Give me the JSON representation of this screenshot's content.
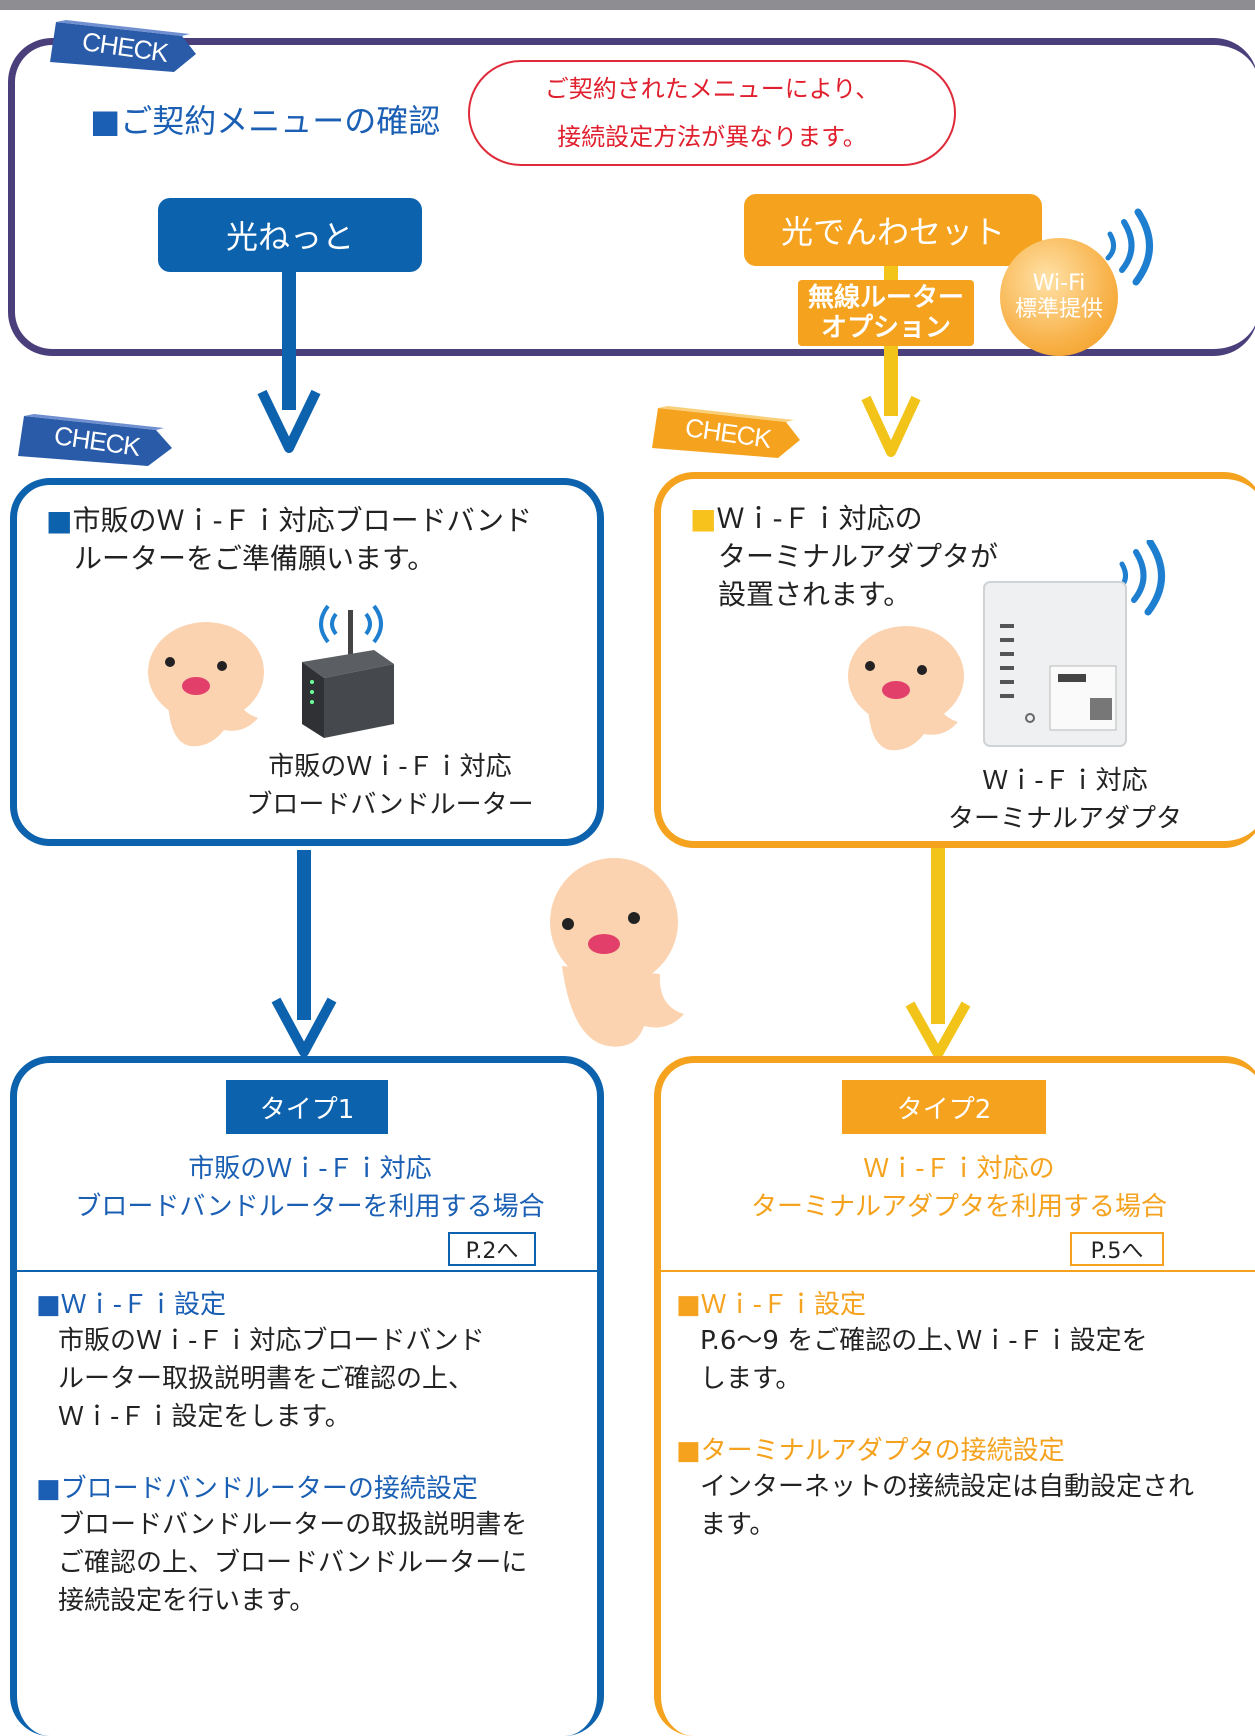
{
  "check_tag": "CHECK",
  "header": {
    "title": "■ご契約メニューの確認",
    "notice_line1": "ご契約されたメニューにより、",
    "notice_line2": "接続設定方法が異なります。"
  },
  "menus": {
    "hikari_net": "光ねっと",
    "hikari_denwa": "光でんわセット",
    "router_option_line1": "無線ルーター",
    "router_option_line2": "オプション",
    "wifi_badge_line1": "Wi-Fi",
    "wifi_badge_line2": "標準提供"
  },
  "left_check": {
    "line1": "市販のＷｉ-Ｆｉ対応ブロードバンド",
    "line2": "ルーターをご準備願います。",
    "caption1": "市販のＷｉ-Ｆｉ対応",
    "caption2": "ブロードバンドルーター"
  },
  "right_check": {
    "line1": "Ｗｉ-Ｆｉ対応の",
    "line2": "ターミナルアダプタが",
    "line3": "設置されます。",
    "caption1": "Ｗｉ-Ｆｉ対応",
    "caption2": "ターミナルアダプタ"
  },
  "type1": {
    "label": "タイプ1",
    "desc1": "市販のＷｉ-Ｆｉ対応",
    "desc2": "ブロードバンドルーターを利用する場合",
    "page_ref": "P.2へ",
    "sec1_title": "■Ｗｉ-Ｆｉ設定",
    "sec1_line1": "市販のＷｉ-Ｆｉ対応ブロードバンド",
    "sec1_line2": "ルーター取扱説明書をご確認の上、",
    "sec1_line3": "Ｗｉ-Ｆｉ設定をします。",
    "sec2_title": "■ブロードバンドルーターの接続設定",
    "sec2_line1": "ブロードバンドルーターの取扱説明書を",
    "sec2_line2": "ご確認の上、ブロードバンドルーターに",
    "sec2_line3": "接続設定を行います。"
  },
  "type2": {
    "label": "タイプ2",
    "desc1": "Ｗｉ-Ｆｉ対応の",
    "desc2": "ターミナルアダプタを利用する場合",
    "page_ref": "P.5へ",
    "sec1_title": "■Ｗｉ-Ｆｉ設定",
    "sec1_line1": "P.6～9 をご確認の上､Ｗｉ-Ｆｉ設定を",
    "sec1_line2": "します。",
    "sec2_title": "■ターミナルアダプタの接続設定",
    "sec2_line1": "インターネットの接続設定は自動設定され",
    "sec2_line2": "ます。"
  },
  "colors": {
    "blue": "#0d62ad",
    "orange": "#f5a21e",
    "purple": "#4a3f7a",
    "red": "#e0202e",
    "yellow": "#f7c21c"
  }
}
